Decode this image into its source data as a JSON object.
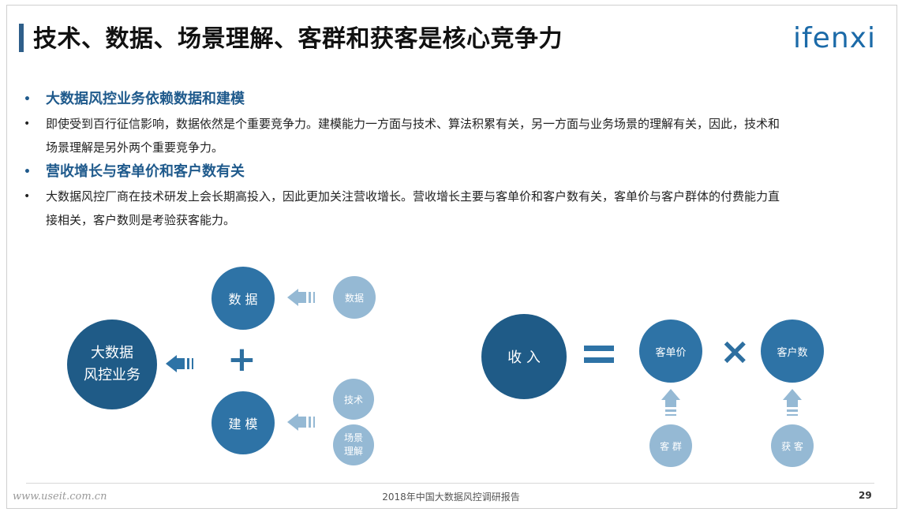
{
  "header": {
    "title": "技术、数据、场景理解、客群和获客是核心竞争力",
    "logo": "ifenxi"
  },
  "bullets": [
    {
      "text": "大数据风控业务依赖数据和建模",
      "heading": true
    },
    {
      "text": "即使受到百行征信影响，数据依然是个重要竞争力。建模能力一方面与技术、算法积累有关，另一方面与业务场景的理解有关，因此，技术和",
      "heading": false
    },
    {
      "text": "场景理解是另外两个重要竞争力。",
      "heading": false,
      "continuation": true
    },
    {
      "text": "营收增长与客单价和客户数有关",
      "heading": true
    },
    {
      "text": "大数据风控厂商在技术研发上会长期高投入，因此更加关注营收增长。营收增长主要与客单价和客户数有关，客单价与客户群体的付费能力直",
      "heading": false
    },
    {
      "text": "接相关，客户数则是考验获客能力。",
      "heading": false,
      "continuation": true
    }
  ],
  "diagram": {
    "left": {
      "main_line1": "大数据",
      "main_line2": "风控业务",
      "data": "数 据",
      "model": "建 模",
      "src_data": "数据",
      "src_tech": "技术",
      "src_scene_line1": "场景",
      "src_scene_line2": "理解",
      "plus": "+"
    },
    "right": {
      "income": "收 入",
      "equals": "=",
      "price": "客单价",
      "times": "×",
      "customers": "客户数",
      "group": "客 群",
      "acquire": "获 客"
    }
  },
  "footer": {
    "report": "2018年中国大数据风控调研报告",
    "page": "29",
    "watermark": "www.useit.com.cn"
  },
  "colors": {
    "dark": "#1f5b87",
    "mid": "#2e73a6",
    "light": "#95b9d4",
    "heading": "#1f5a8c"
  }
}
